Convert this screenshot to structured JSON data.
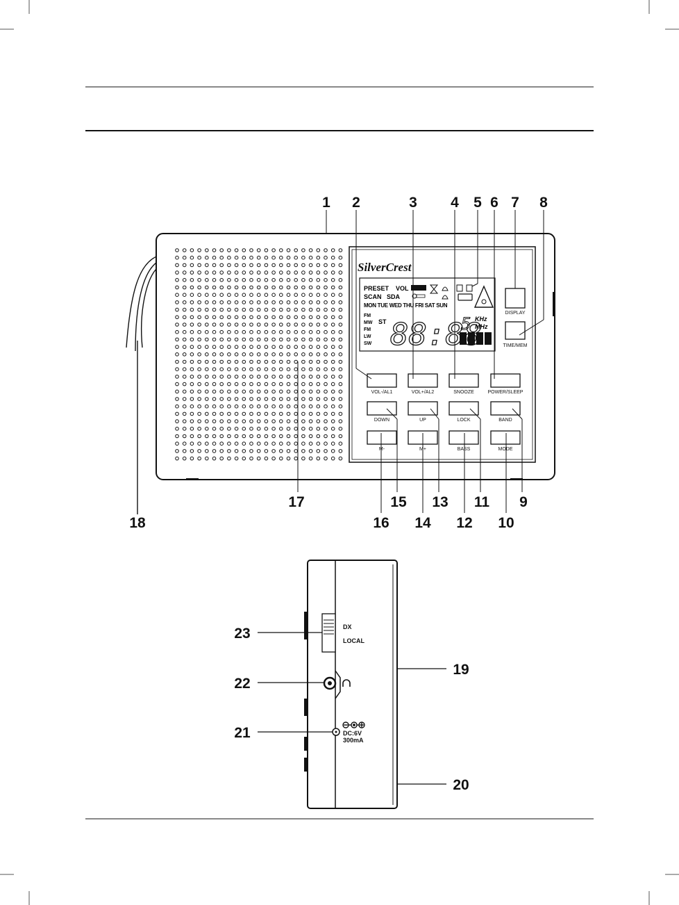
{
  "brand": "SilverCrest",
  "display": {
    "row1": [
      "PRESET",
      "VOL"
    ],
    "row2": [
      "SCAN",
      "SDA"
    ],
    "days": "MON TUE WED THU FRI SAT SUN",
    "bands": [
      "FM",
      "MW",
      "FM",
      "LW",
      "SW"
    ],
    "stereo": "ST",
    "units": [
      "KHz",
      "MHz"
    ],
    "digits": "88:88",
    "trailing_digit": "5"
  },
  "side_buttons": {
    "display": "DISPLAY",
    "time_mem": "TIME/MEM"
  },
  "buttons": {
    "row1": [
      "VOL-/AL1",
      "VOL+/AL2",
      "SNOOZE",
      "POWER/SLEEP"
    ],
    "row2": [
      "DOWN",
      "UP",
      "LOCK",
      "BAND"
    ],
    "row3": [
      "M-",
      "M+",
      "BASS",
      "MODE"
    ]
  },
  "side_view": {
    "switch_top": "DX",
    "switch_bottom": "LOCAL",
    "headphone_symbol": "headphone-icon",
    "dc_line1": "DC:6V",
    "dc_line2": "300mA"
  },
  "callouts": {
    "top": [
      "1",
      "2",
      "3",
      "4",
      "5",
      "6",
      "7",
      "8"
    ],
    "bottom": [
      "18",
      "17",
      "16",
      "15",
      "14",
      "13",
      "12",
      "11",
      "10",
      "9"
    ],
    "side": [
      "23",
      "22",
      "21",
      "19",
      "20"
    ]
  }
}
